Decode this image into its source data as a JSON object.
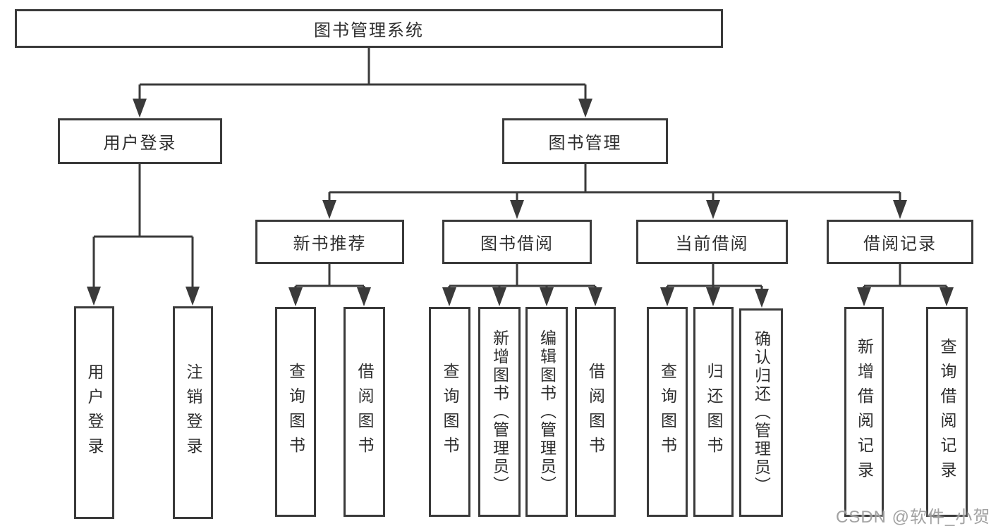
{
  "diagram": {
    "title": "图书管理系统",
    "watermark": "CSDN @软件_小贺同学",
    "colors": {
      "line": "#3a3a3a",
      "box_border": "#3a3a3a",
      "text": "#2e2e2e",
      "watermark": "#9a9a9a",
      "background": "#ffffff"
    },
    "nodes": {
      "root": {
        "label": "图书管理系统"
      },
      "user_login": {
        "label": "用户登录"
      },
      "book_management": {
        "label": "图书管理"
      },
      "user_login_action": {
        "label": "用户登录"
      },
      "logout_action": {
        "label": "注销登录"
      },
      "new_book_recommend": {
        "label": "新书推荐"
      },
      "book_borrow": {
        "label": "图书借阅"
      },
      "current_borrow": {
        "label": "当前借阅"
      },
      "borrow_record": {
        "label": "借阅记录"
      },
      "query_book_recommend": {
        "label": "查询图书"
      },
      "borrow_book_recommend": {
        "label": "借阅图书"
      },
      "query_book_borrow": {
        "label": "查询图书"
      },
      "add_book_admin": {
        "label": "新增图书（管理员）"
      },
      "edit_book_admin": {
        "label": "编辑图书（管理员）"
      },
      "borrow_book_in_borrow": {
        "label": "借阅图书"
      },
      "query_book_current": {
        "label": "查询图书"
      },
      "return_book": {
        "label": "归还图书"
      },
      "confirm_return_admin": {
        "label": "确认归还（管理员）"
      },
      "add_borrow_record": {
        "label": "新增借阅记录"
      },
      "query_borrow_record": {
        "label": "查询借阅记录"
      }
    },
    "edges": [
      [
        "root",
        "user_login"
      ],
      [
        "root",
        "book_management"
      ],
      [
        "user_login",
        "user_login_action"
      ],
      [
        "user_login",
        "logout_action"
      ],
      [
        "book_management",
        "new_book_recommend"
      ],
      [
        "book_management",
        "book_borrow"
      ],
      [
        "book_management",
        "current_borrow"
      ],
      [
        "book_management",
        "borrow_record"
      ],
      [
        "new_book_recommend",
        "query_book_recommend"
      ],
      [
        "new_book_recommend",
        "borrow_book_recommend"
      ],
      [
        "book_borrow",
        "query_book_borrow"
      ],
      [
        "book_borrow",
        "add_book_admin"
      ],
      [
        "book_borrow",
        "edit_book_admin"
      ],
      [
        "book_borrow",
        "borrow_book_in_borrow"
      ],
      [
        "current_borrow",
        "query_book_current"
      ],
      [
        "current_borrow",
        "return_book"
      ],
      [
        "current_borrow",
        "confirm_return_admin"
      ],
      [
        "borrow_record",
        "add_borrow_record"
      ],
      [
        "borrow_record",
        "query_borrow_record"
      ]
    ]
  }
}
